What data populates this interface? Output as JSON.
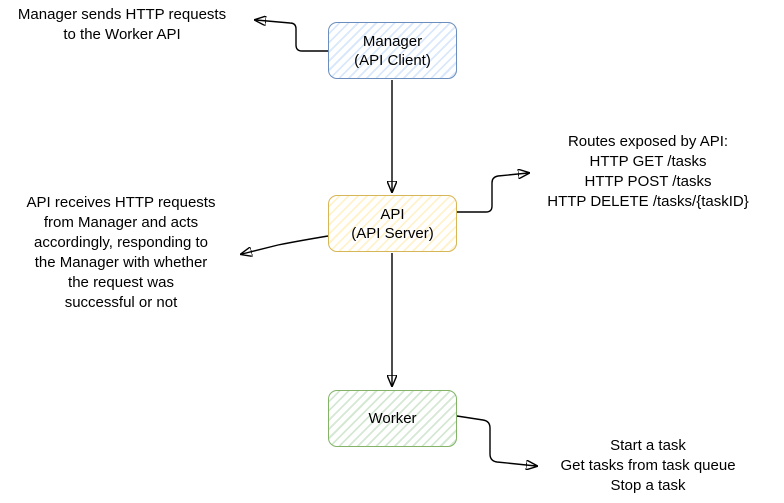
{
  "nodes": [
    {
      "title": "Manager",
      "subtitle": "(API Client)",
      "stroke": "#6c8ebf",
      "fill": "#dae8fc"
    },
    {
      "title": "API",
      "subtitle": "(API Server)",
      "stroke": "#d6b656",
      "fill": "#fff2cc"
    },
    {
      "title": "Worker",
      "subtitle": "",
      "stroke": "#82b366",
      "fill": "#d5e8d4"
    }
  ],
  "annotations": {
    "manager_note": "Manager sends HTTP requests\nto the Worker API",
    "routes_note": "Routes exposed by API:\nHTTP GET /tasks\nHTTP POST /tasks\nHTTP DELETE /tasks/{taskID}",
    "api_note": "API receives HTTP requests\nfrom Manager and acts\naccordingly, responding to\nthe Manager with whether\nthe request was\nsuccessful or not",
    "worker_note": "Start a task\nGet tasks from task queue\nStop a task"
  }
}
